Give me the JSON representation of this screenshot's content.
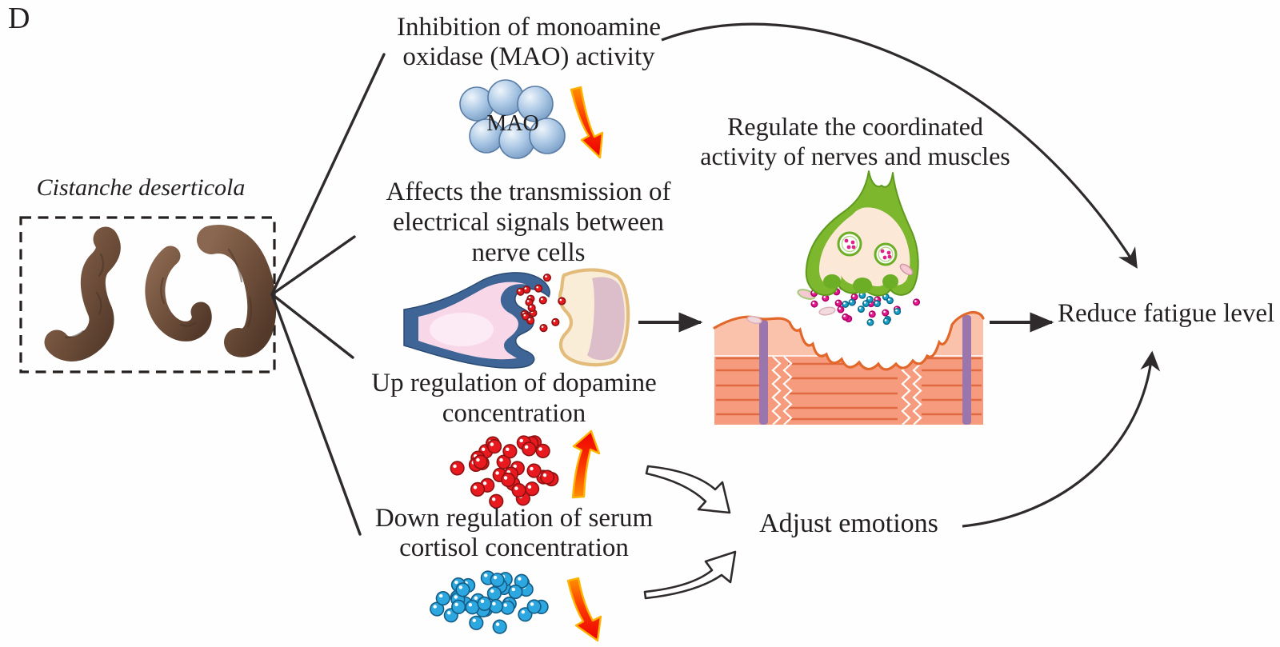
{
  "figure": {
    "panel_label": "D"
  },
  "plant": {
    "name": "Cistanche deserticola"
  },
  "mechanisms": {
    "mao": {
      "lines": [
        "Inhibition of monoamine",
        "oxidase (MAO) activity"
      ],
      "enzyme_label": "MAO",
      "direction": "decrease"
    },
    "transmission": {
      "lines": [
        "Affects the transmission of",
        "electrical signals between",
        "nerve cells"
      ]
    },
    "dopamine": {
      "lines": [
        "Up regulation of dopamine",
        "concentration"
      ],
      "direction": "increase"
    },
    "cortisol": {
      "lines": [
        "Down regulation of serum",
        "cortisol concentration"
      ],
      "direction": "decrease"
    }
  },
  "outcomes": {
    "coordination": {
      "lines": [
        "Regulate the coordinated",
        "activity of nerves and muscles"
      ]
    },
    "emotions": {
      "label": "Adjust emotions"
    },
    "fatigue": {
      "label": "Reduce fatigue level"
    }
  },
  "icons": {
    "plant_photo": "dried-cistanche-roots-photo",
    "mao_cluster": "enzyme-sphere-cluster-icon",
    "mao_trend": "red-down-arrow-icon",
    "synapse": "nerve-synapse-illustration",
    "neuromuscular_junction": "neuromuscular-junction-illustration",
    "dopamine_dots": "red-molecule-dots-icon",
    "dopamine_trend": "red-up-arrow-icon",
    "cortisol_dots": "blue-molecule-dots-icon",
    "cortisol_trend": "red-down-arrow-icon",
    "emotion_arrows": "hollow-curved-arrow-icons"
  },
  "colors": {
    "text": "#231f20",
    "line": "#2f2b2c",
    "dot_red": "#e8191f",
    "dot_red_edge": "#8e1212",
    "dot_blue": "#2da7e0",
    "dot_blue_edge": "#155c85",
    "arrow_fill": "#f40c00",
    "arrow_edge": "#ffb300",
    "mao_sphere": "#a9c6e4",
    "presynaptic_blue": "#3e6596",
    "synapse_pink": "#f8d7e8",
    "postsynaptic_rim": "#e3bc7c",
    "postsynaptic_fill": "#f9edd8",
    "postsynaptic_inner": "#dcbecb",
    "terminal_green": "#7cb72e",
    "terminal_cream": "#fce8d6",
    "vesicle_dot": "#e0218a",
    "cleft_magenta": "#e61c8f",
    "cleft_blue": "#1ba3cc",
    "muscle_light": "#fbc2ab",
    "muscle_dark": "#f69b7d",
    "muscle_border": "#e2672a",
    "muscle_purple": "#9a76ad",
    "root_brown": "#6d4e3a"
  }
}
